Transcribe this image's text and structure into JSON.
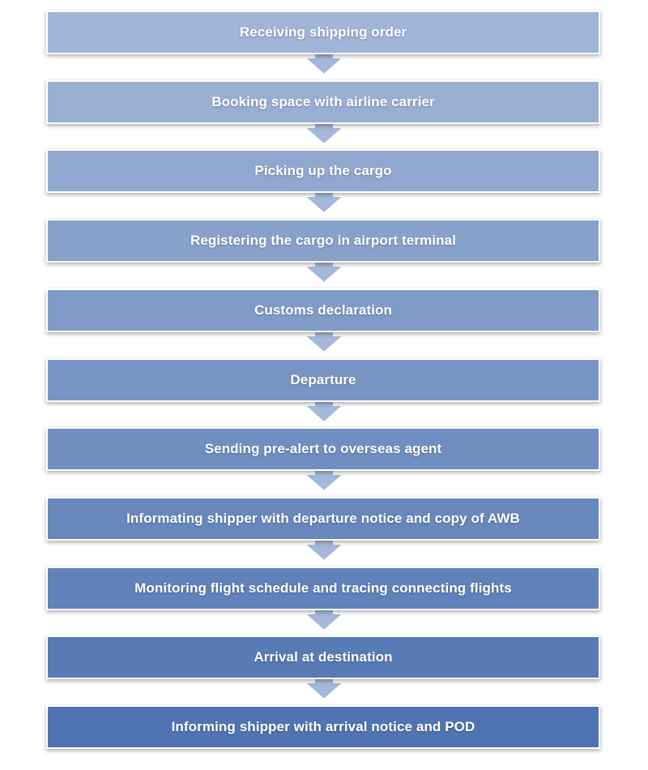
{
  "flowchart": {
    "steps": [
      {
        "label": "Receiving shipping order",
        "color": "#9FB4D6"
      },
      {
        "label": "Booking space with airline carrier",
        "color": "#98AED3"
      },
      {
        "label": "Picking up the cargo",
        "color": "#90A8CF"
      },
      {
        "label": "Registering the cargo in airport terminal",
        "color": "#88A1CB"
      },
      {
        "label": "Customs declaration",
        "color": "#809BC8"
      },
      {
        "label": "Departure",
        "color": "#7894C4"
      },
      {
        "label": "Sending pre-alert to overseas agent",
        "color": "#708EC0"
      },
      {
        "label": "Informating shipper with departure notice and copy of AWB",
        "color": "#6887BC"
      },
      {
        "label": "Monitoring flight schedule and tracing connecting flights",
        "color": "#6081B9"
      },
      {
        "label": "Arrival at destination",
        "color": "#587AB5"
      },
      {
        "label": "Informing shipper with arrival notice and POD",
        "color": "#5074B1"
      }
    ],
    "arrow_color": "#A3B8DA",
    "arrow_outline": "#ffffff"
  }
}
